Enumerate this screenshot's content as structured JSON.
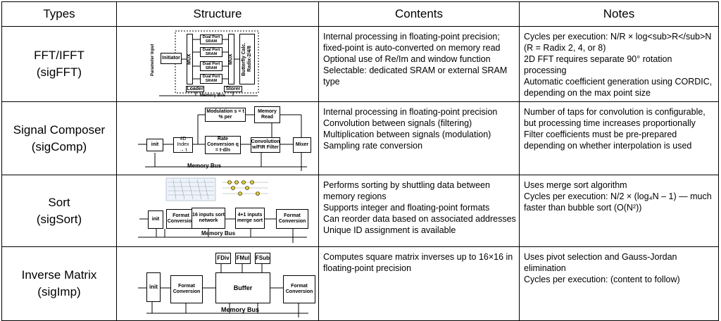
{
  "headers": [
    "Types",
    "Structure",
    "Contents",
    "Notes"
  ],
  "rows": [
    {
      "type": [
        "FFT/IFFT",
        "(sigFFT)"
      ],
      "contents": [
        "Internal processing in floating-point precision; fixed-point is auto-converted on memory read",
        "Optional use of Re/Im and window function",
        "Selectable: dedicated SRAM or external SRAM type"
      ],
      "notes": [
        "Cycles per execution: N/R × log<sub>R</sub>N (R = Radix 2, 4, or 8)",
        "2D FFT requires separate 90°  rotation processing",
        "Automatic coefficient generation using CORDIC, depending on the max point size"
      ],
      "diagram": {
        "initiator": "Initiator",
        "param": "Parameter Input",
        "mux1": "MUX",
        "mux2": "MUX",
        "sram": [
          "Dual Port SRAM",
          "Dual Port SRAM",
          "Dual Port SRAM",
          "Dual Port SRAM"
        ],
        "butterfly": "Butterfly Calc. Radix-2/4/8",
        "loader": "Loader",
        "storer": "Storer",
        "bus": "Memory Bus"
      }
    },
    {
      "type": [
        "Signal Composer",
        "(sigComp)"
      ],
      "contents": [
        "Internal processing in floating-point precision",
        "Convolution between signals (filtering)",
        "Multiplication between signals (modulation)",
        "Sampling rate conversion"
      ],
      "notes": [
        "Number of taps for convolution is configurable, but processing time increases proportionally",
        "Filter coefficients must be pre-prepared depending on whether interpolation is used"
      ],
      "diagram": {
        "init": "init",
        "index": "4D Index → t",
        "mod": "Modulation s = t % per",
        "memread": "Memory Read",
        "rate": "Rate Conversion q = t·d/n",
        "conv": "Convolution w/FIR Filter",
        "mixer": "Mixer",
        "bus": "Memory Bus"
      }
    },
    {
      "type": [
        "Sort",
        "(sigSort)"
      ],
      "contents": [
        "Performs sorting by shuttling data between memory regions",
        "Supports integer and floating-point formats",
        "Can reorder data based on associated addresses",
        "Unique ID assignment is available"
      ],
      "notes": [
        "Uses merge sort algorithm",
        "Cycles per execution: N/2 × (log₄N – 1) — much faster than bubble sort (O(N²))"
      ],
      "diagram": {
        "init": "init",
        "fc1": "Format Conversion",
        "sortnet": "16 inputs sort network",
        "merge": "4+1 inputs merge sort",
        "fc2": "Format Conversion",
        "bus": "Memory Bus"
      }
    },
    {
      "type": [
        "Inverse Matrix",
        "(sigImp)"
      ],
      "contents": [
        "Computes square matrix inverses up to 16×16 in floating-point precision"
      ],
      "notes": [
        "Uses pivot selection and Gauss-Jordan elimination",
        "Cycles per execution: (content to follow)"
      ],
      "diagram": {
        "fdiv": "FDiv",
        "fmul": "FMul",
        "fsub": "FSub",
        "init": "init",
        "fc1": "Format Conversion",
        "buffer": "Buffer",
        "fc2": "Format Conversion",
        "bus": "Memory Bus"
      }
    }
  ]
}
